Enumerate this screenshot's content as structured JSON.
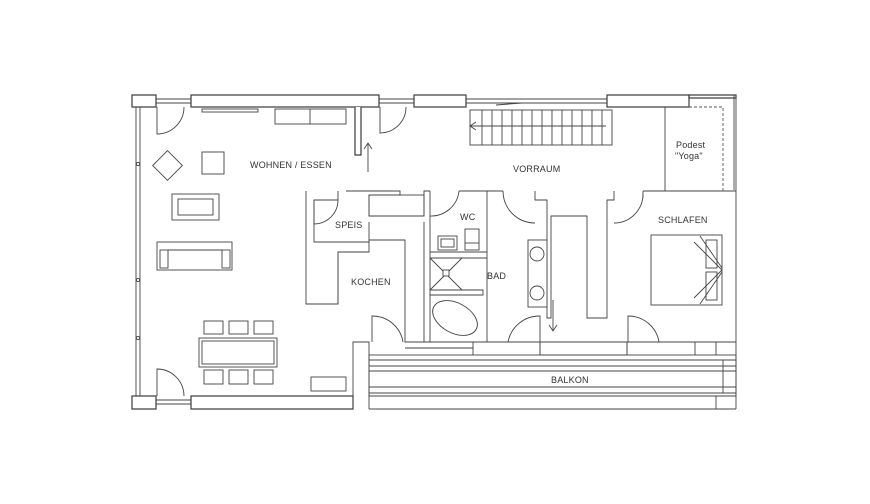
{
  "rooms": {
    "wohnen": "WOHNEN / ESSEN",
    "vorraum": "VORRAUM",
    "podest_line1": "Podest",
    "podest_line2": "\"Yoga\"",
    "speis": "SPEIS",
    "wc": "WC",
    "bad": "BAD",
    "kochen": "KOCHEN",
    "schlafen": "SCHLAFEN",
    "balkon": "BALKON"
  },
  "colors": {
    "line": "#3a3a3a",
    "background": "#ffffff"
  }
}
